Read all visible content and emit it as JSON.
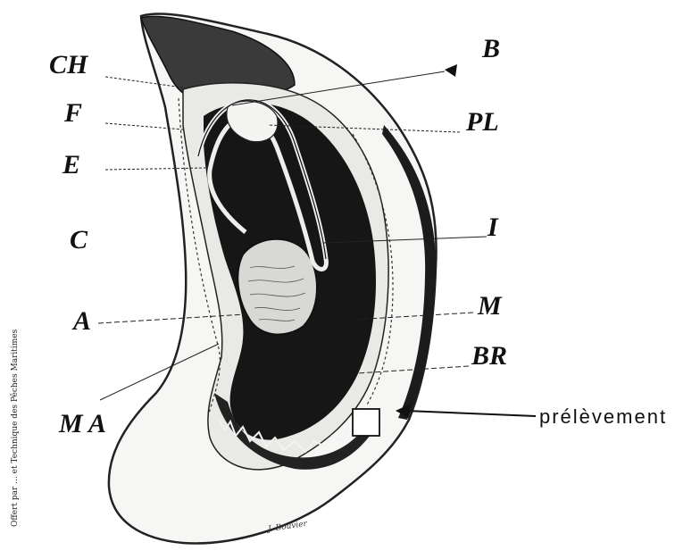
{
  "labels": {
    "CH": "CH",
    "F": "F",
    "E": "E",
    "C": "C",
    "A": "A",
    "MA": "M A",
    "B": "B",
    "PL": "PL",
    "I": "I",
    "M": "M",
    "BR": "BR",
    "prelevement": "prélèvement"
  },
  "credit": "Offert par ... et Technique des Pêches Maritimes",
  "signature": "J. Bouvier"
}
